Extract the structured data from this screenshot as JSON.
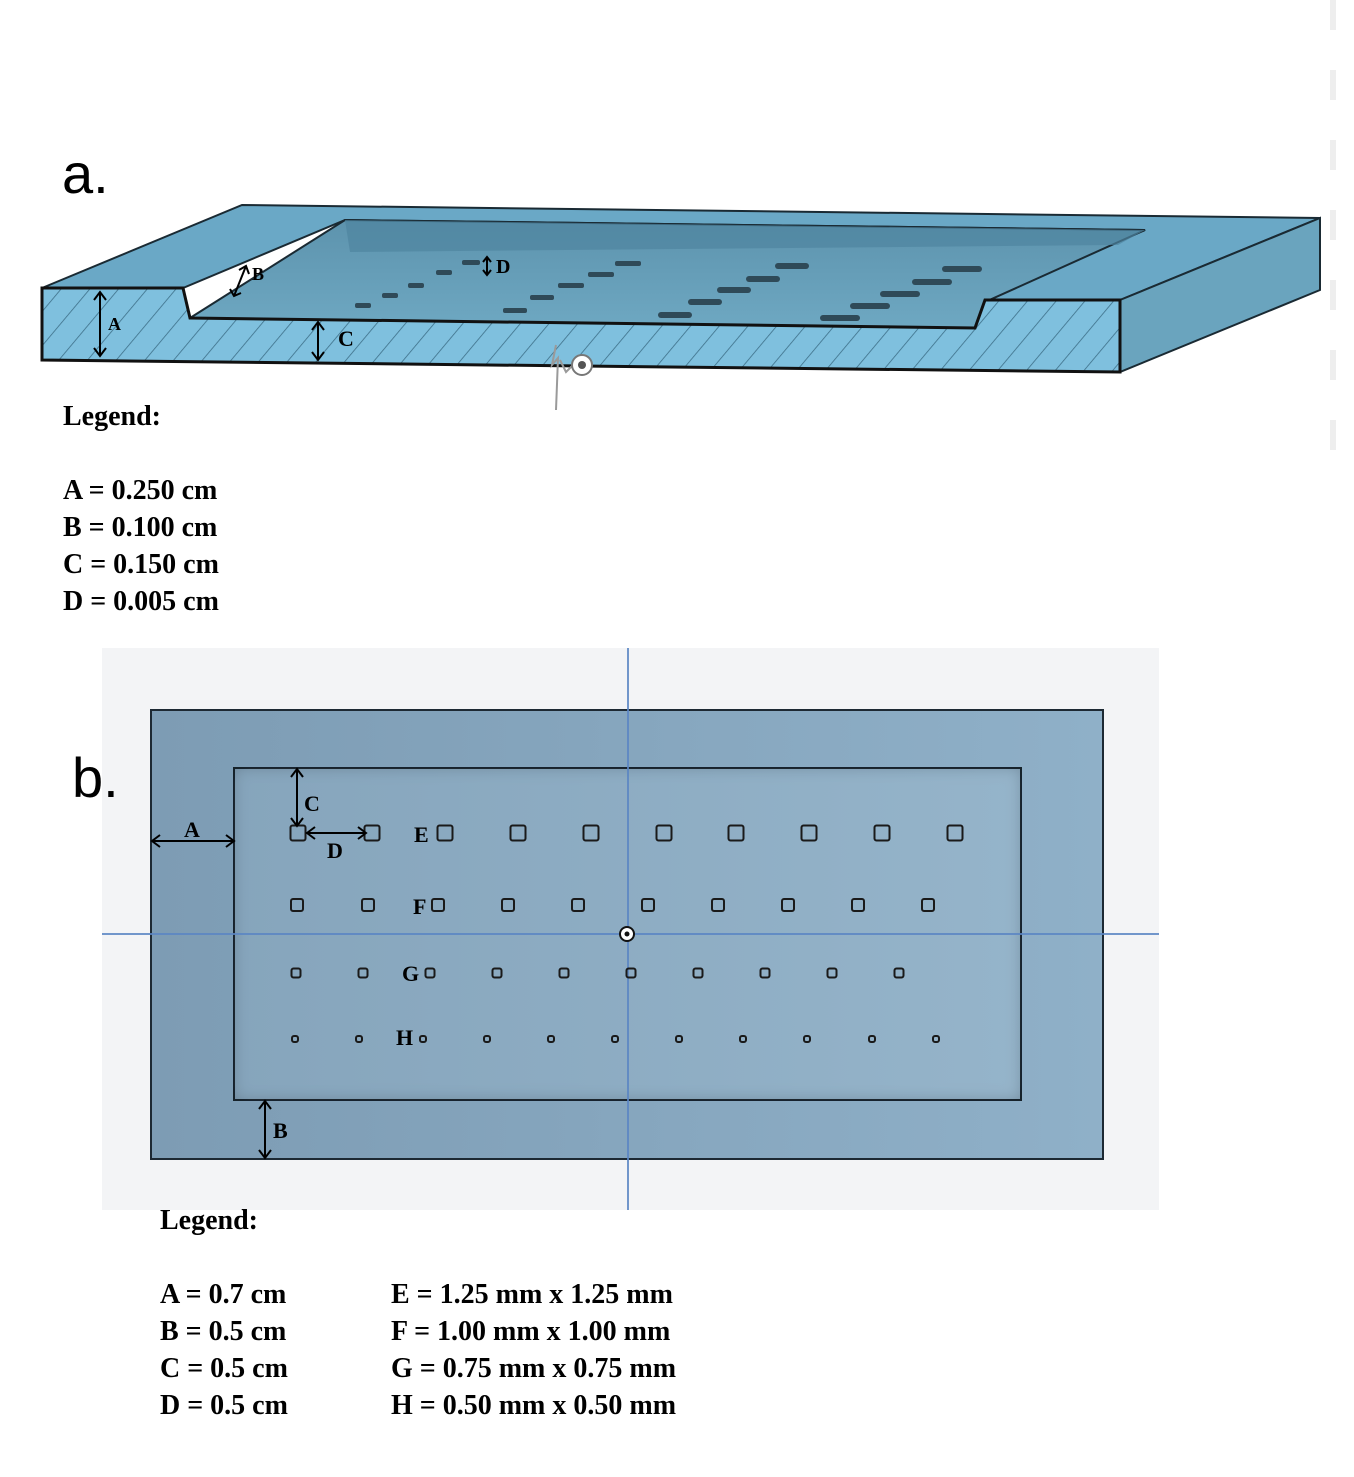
{
  "panel_a": {
    "label": "a.",
    "dims": {
      "A": "A",
      "B": "B",
      "C": "C",
      "D": "D"
    },
    "legend": {
      "title": "Legend:",
      "items": [
        "A = 0.250 cm",
        "B = 0.100 cm",
        "C = 0.150 cm",
        "D = 0.005 cm"
      ]
    }
  },
  "panel_b": {
    "label": "b.",
    "dims": {
      "A": "A",
      "B": "B",
      "C": "C",
      "D": "D"
    },
    "row_labels": [
      "E",
      "F",
      "G",
      "H"
    ],
    "legend": {
      "title": "Legend:",
      "col1": [
        "A = 0.7 cm",
        "B = 0.5 cm",
        "C = 0.5 cm",
        "D = 0.5 cm"
      ],
      "col2": [
        "E = 1.25 mm x 1.25 mm",
        "F = 1.00 mm x 1.00 mm",
        "G = 0.75 mm x 0.75 mm",
        "H = 0.50 mm x 0.50 mm"
      ]
    }
  },
  "colors": {
    "mold_top": "#6fa9c5",
    "mold_face": "#7fbddb",
    "recess": "#6aa2bc",
    "plan_outer": "#7f9fb7",
    "plan_inner": "#89a9c0",
    "axis": "#5b86c4",
    "background": "#ffffff"
  }
}
